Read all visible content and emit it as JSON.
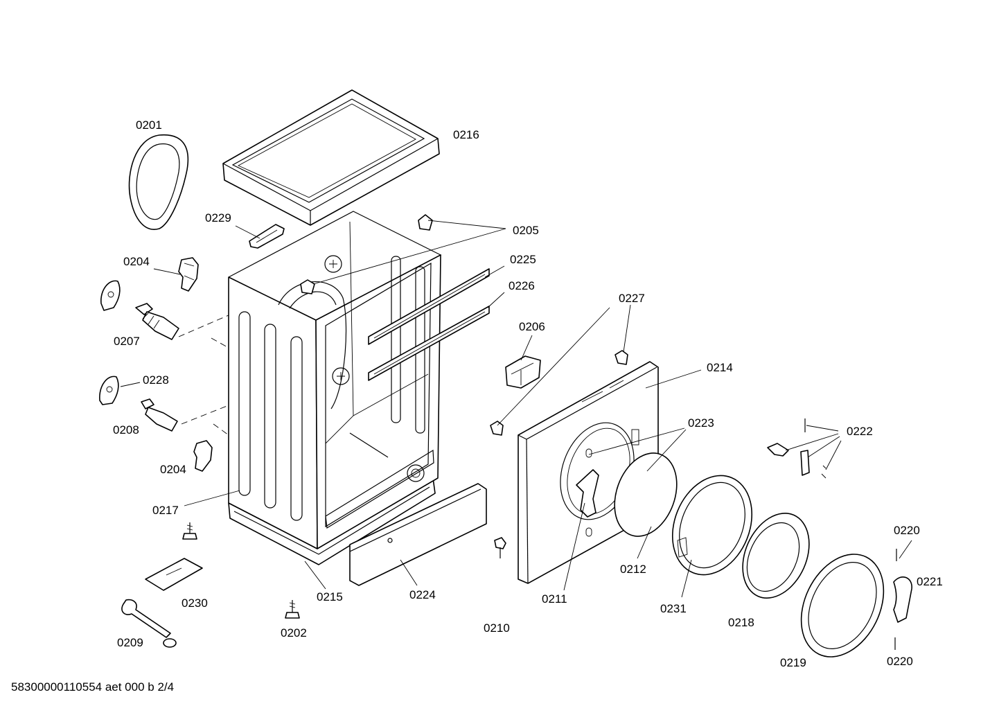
{
  "labels": {
    "p0201": "0201",
    "p0216": "0216",
    "p0229": "0229",
    "p0205": "0205",
    "p0204a": "0204",
    "p0225": "0225",
    "p0226": "0226",
    "p0207": "0207",
    "p0227": "0227",
    "p0206": "0206",
    "p0214": "0214",
    "p0228": "0228",
    "p0223": "0223",
    "p0222": "0222",
    "p0208": "0208",
    "p0204b": "0204",
    "p0217": "0217",
    "p0220a": "0220",
    "p0221": "0221",
    "p0212": "0212",
    "p0230": "0230",
    "p0215": "0215",
    "p0224": "0224",
    "p0211": "0211",
    "p0231": "0231",
    "p0218": "0218",
    "p0210": "0210",
    "p0202": "0202",
    "p0209": "0209",
    "p0219": "0219",
    "p0220b": "0220"
  },
  "footer": "58300000110554 aet 000 b 2/4"
}
